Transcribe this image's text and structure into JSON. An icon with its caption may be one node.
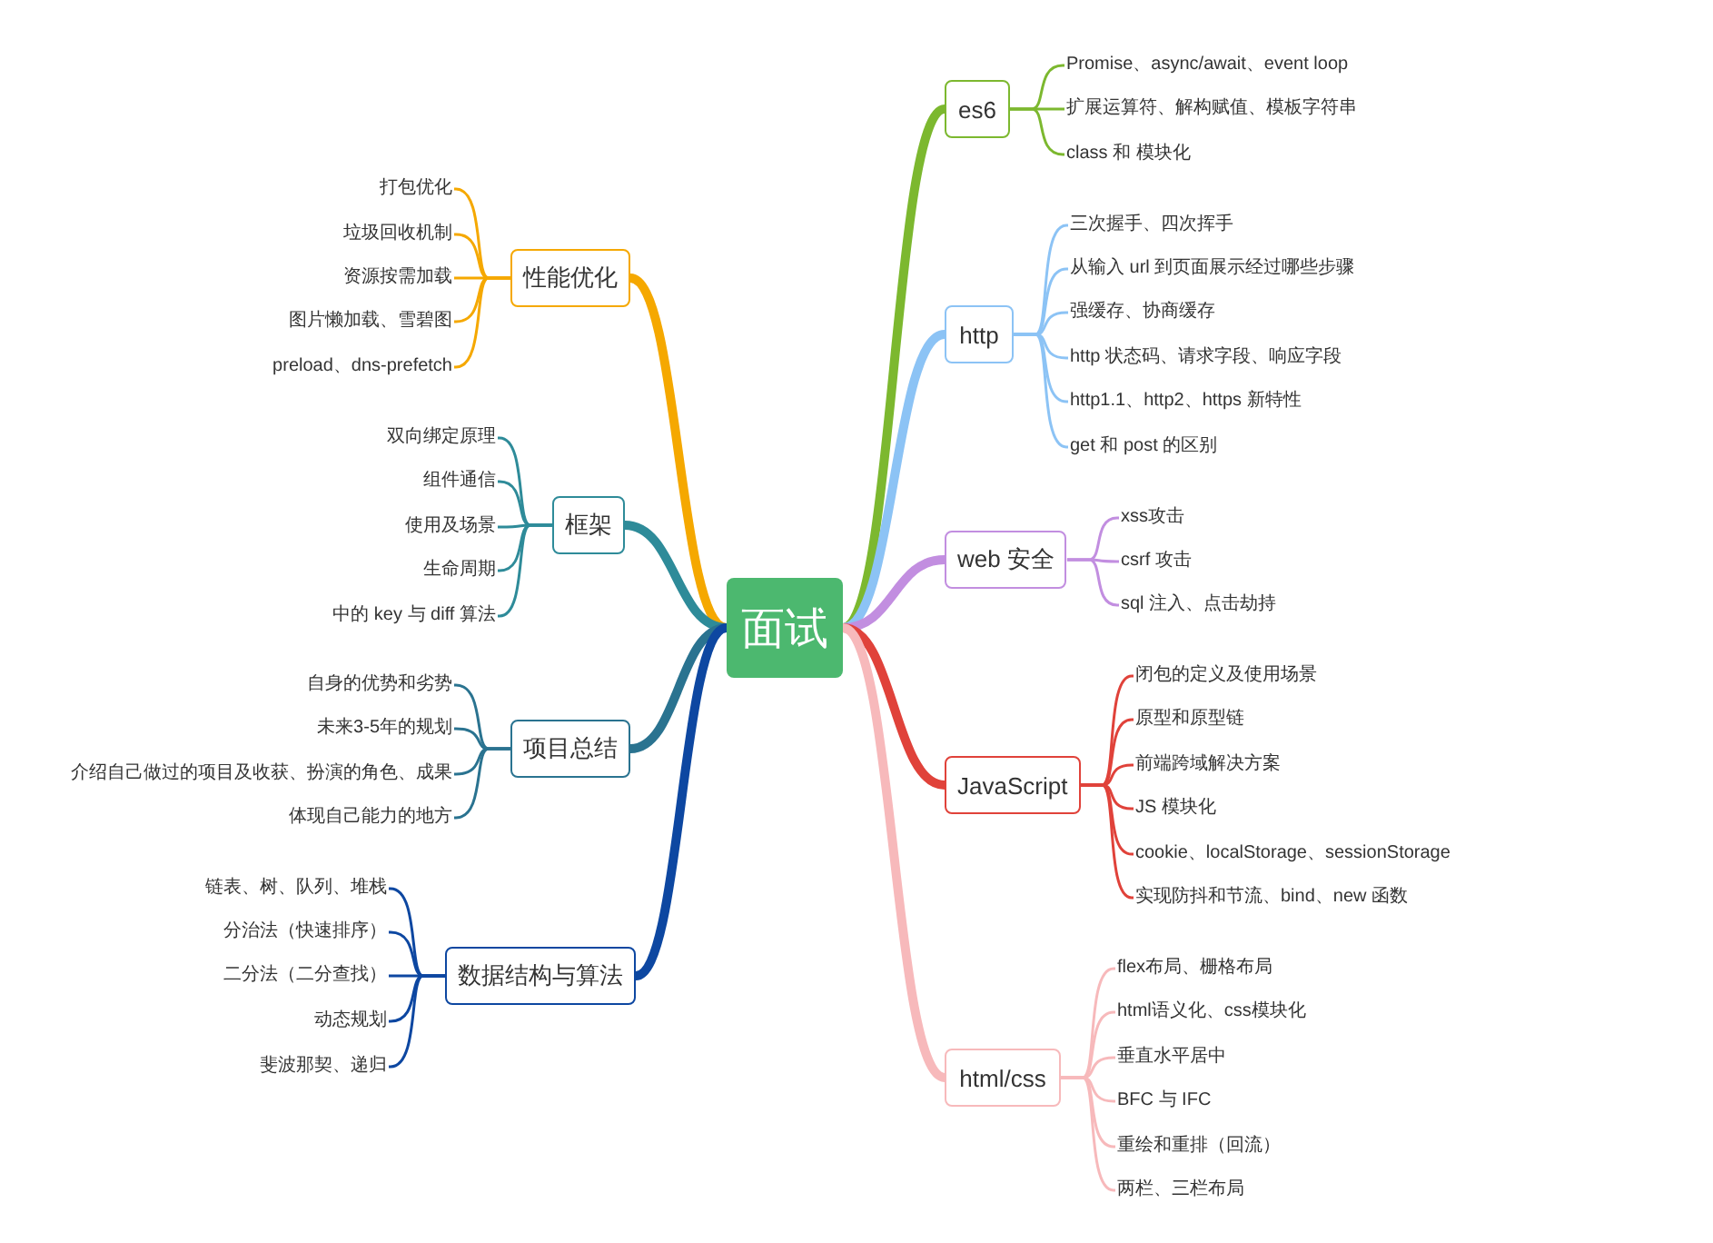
{
  "diagram": {
    "nodes": [
      {
        "text": [
          "面试"
        ]
      },
      {
        "text": [
          "es6"
        ]
      },
      {
        "text": [
          "Promise、async/await、event loop"
        ]
      },
      {
        "text": [
          "扩展运算符、解构赋值、模板字符串"
        ]
      },
      {
        "text": [
          "class 和 模块化"
        ]
      },
      {
        "text": [
          "http"
        ]
      },
      {
        "text": [
          "三次握手、四次挥手"
        ]
      },
      {
        "text": [
          "从输入 url 到页面展示经过哪些步骤"
        ]
      },
      {
        "text": [
          "强缓存、协商缓存"
        ]
      },
      {
        "text": [
          "http 状态码、请求字段、响应字段"
        ]
      },
      {
        "text": [
          "http1.1、http2、https 新特性"
        ]
      },
      {
        "text": [
          "get 和 post 的区别"
        ]
      },
      {
        "text": [
          "web 安全"
        ]
      },
      {
        "text": [
          "xss攻击"
        ]
      },
      {
        "text": [
          "csrf 攻击"
        ]
      },
      {
        "text": [
          "sql 注入、点击劫持"
        ]
      },
      {
        "text": [
          "JavaScript"
        ]
      },
      {
        "text": [
          "闭包的定义及使用场景"
        ]
      },
      {
        "text": [
          "原型和原型链"
        ]
      },
      {
        "text": [
          "前端跨域解决方案"
        ]
      },
      {
        "text": [
          "JS 模块化"
        ]
      },
      {
        "text": [
          "cookie、localStorage、sessionStorage"
        ]
      },
      {
        "text": [
          "实现防抖和节流、bind、new 函数"
        ]
      },
      {
        "text": [
          "html/css"
        ]
      },
      {
        "text": [
          "flex布局、栅格布局"
        ]
      },
      {
        "text": [
          "html语义化、css模块化"
        ]
      },
      {
        "text": [
          "垂直水平居中"
        ]
      },
      {
        "text": [
          "BFC 与 IFC"
        ]
      },
      {
        "text": [
          "重绘和重排（回流）"
        ]
      },
      {
        "text": [
          "两栏、三栏布局"
        ]
      },
      {
        "text": [
          "性能优化"
        ]
      },
      {
        "text": [
          "打包优化"
        ]
      },
      {
        "text": [
          "垃圾回收机制"
        ]
      },
      {
        "text": [
          "资源按需加载"
        ]
      },
      {
        "text": [
          "图片懒加载、雪碧图"
        ]
      },
      {
        "text": [
          "preload、dns-prefetch"
        ]
      },
      {
        "text": [
          "框架"
        ]
      },
      {
        "text": [
          "双向绑定原理"
        ]
      },
      {
        "text": [
          "组件通信"
        ]
      },
      {
        "text": [
          "使用及场景"
        ]
      },
      {
        "text": [
          "生命周期"
        ]
      },
      {
        "text": [
          "中的 key 与 diff 算法"
        ]
      },
      {
        "text": [
          "项目总结"
        ]
      },
      {
        "text": [
          "自身的优势和劣势"
        ]
      },
      {
        "text": [
          "未来3-5年的规划"
        ]
      },
      {
        "text": [
          "介绍自己做过的项目及收获、扮演的角色、成果"
        ]
      },
      {
        "text": [
          "体现自己能力的地方"
        ]
      },
      {
        "text": [
          "数据结构与算法"
        ]
      },
      {
        "text": [
          "链表、树、队列、堆栈"
        ]
      },
      {
        "text": [
          "分治法（快速排序）"
        ]
      },
      {
        "text": [
          "二分法（二分查找）"
        ]
      },
      {
        "text": [
          "动态规划"
        ]
      },
      {
        "text": [
          "斐波那契、递归"
        ]
      }
    ],
    "edges": [
      {
        "from": 0,
        "to": 1,
        "arrow": "none",
        "style": "thick",
        "color": "#7cb82f"
      },
      {
        "from": 1,
        "to": 2,
        "arrow": "none",
        "color": "#7cb82f"
      },
      {
        "from": 1,
        "to": 3,
        "arrow": "none",
        "color": "#7cb82f"
      },
      {
        "from": 1,
        "to": 4,
        "arrow": "none",
        "color": "#7cb82f"
      },
      {
        "from": 0,
        "to": 5,
        "arrow": "none",
        "style": "thick",
        "color": "#8cc3f5"
      },
      {
        "from": 5,
        "to": 6,
        "arrow": "none",
        "color": "#8cc3f5"
      },
      {
        "from": 5,
        "to": 7,
        "arrow": "none",
        "color": "#8cc3f5"
      },
      {
        "from": 5,
        "to": 8,
        "arrow": "none",
        "color": "#8cc3f5"
      },
      {
        "from": 5,
        "to": 9,
        "arrow": "none",
        "color": "#8cc3f5"
      },
      {
        "from": 5,
        "to": 10,
        "arrow": "none",
        "color": "#8cc3f5"
      },
      {
        "from": 5,
        "to": 11,
        "arrow": "none",
        "color": "#8cc3f5"
      },
      {
        "from": 0,
        "to": 12,
        "arrow": "none",
        "style": "thick",
        "color": "#c28ee0"
      },
      {
        "from": 12,
        "to": 13,
        "arrow": "none",
        "color": "#c28ee0"
      },
      {
        "from": 12,
        "to": 14,
        "arrow": "none",
        "color": "#c28ee0"
      },
      {
        "from": 12,
        "to": 15,
        "arrow": "none",
        "color": "#c28ee0"
      },
      {
        "from": 0,
        "to": 16,
        "arrow": "none",
        "style": "thick",
        "color": "#e0423a"
      },
      {
        "from": 16,
        "to": 17,
        "arrow": "none",
        "color": "#e0423a"
      },
      {
        "from": 16,
        "to": 18,
        "arrow": "none",
        "color": "#e0423a"
      },
      {
        "from": 16,
        "to": 19,
        "arrow": "none",
        "color": "#e0423a"
      },
      {
        "from": 16,
        "to": 20,
        "arrow": "none",
        "color": "#e0423a"
      },
      {
        "from": 16,
        "to": 21,
        "arrow": "none",
        "color": "#e0423a"
      },
      {
        "from": 16,
        "to": 22,
        "arrow": "none",
        "color": "#e0423a"
      },
      {
        "from": 0,
        "to": 23,
        "arrow": "none",
        "style": "thick",
        "color": "#f7b9bb"
      },
      {
        "from": 23,
        "to": 24,
        "arrow": "none",
        "color": "#f7b9bb"
      },
      {
        "from": 23,
        "to": 25,
        "arrow": "none",
        "color": "#f7b9bb"
      },
      {
        "from": 23,
        "to": 26,
        "arrow": "none",
        "color": "#f7b9bb"
      },
      {
        "from": 23,
        "to": 27,
        "arrow": "none",
        "color": "#f7b9bb"
      },
      {
        "from": 23,
        "to": 28,
        "arrow": "none",
        "color": "#f7b9bb"
      },
      {
        "from": 23,
        "to": 29,
        "arrow": "none",
        "color": "#f7b9bb"
      },
      {
        "from": 0,
        "to": 30,
        "arrow": "none",
        "style": "thick",
        "color": "#f5a800"
      },
      {
        "from": 30,
        "to": 31,
        "arrow": "none",
        "color": "#f5a800"
      },
      {
        "from": 30,
        "to": 32,
        "arrow": "none",
        "color": "#f5a800"
      },
      {
        "from": 30,
        "to": 33,
        "arrow": "none",
        "color": "#f5a800"
      },
      {
        "from": 30,
        "to": 34,
        "arrow": "none",
        "color": "#f5a800"
      },
      {
        "from": 30,
        "to": 35,
        "arrow": "none",
        "color": "#f5a800"
      },
      {
        "from": 0,
        "to": 36,
        "arrow": "none",
        "style": "thick",
        "color": "#2e8b99"
      },
      {
        "from": 36,
        "to": 37,
        "arrow": "none",
        "color": "#2e8b99"
      },
      {
        "from": 36,
        "to": 38,
        "arrow": "none",
        "color": "#2e8b99"
      },
      {
        "from": 36,
        "to": 39,
        "arrow": "none",
        "color": "#2e8b99"
      },
      {
        "from": 36,
        "to": 40,
        "arrow": "none",
        "color": "#2e8b99"
      },
      {
        "from": 36,
        "to": 41,
        "arrow": "none",
        "color": "#2e8b99"
      },
      {
        "from": 0,
        "to": 42,
        "arrow": "none",
        "style": "thick",
        "color": "#2a7390"
      },
      {
        "from": 42,
        "to": 43,
        "arrow": "none",
        "color": "#2a7390"
      },
      {
        "from": 42,
        "to": 44,
        "arrow": "none",
        "color": "#2a7390"
      },
      {
        "from": 42,
        "to": 45,
        "arrow": "none",
        "color": "#2a7390"
      },
      {
        "from": 42,
        "to": 46,
        "arrow": "none",
        "color": "#2a7390"
      },
      {
        "from": 0,
        "to": 47,
        "arrow": "none",
        "style": "thick",
        "color": "#0d47a1"
      },
      {
        "from": 47,
        "to": 48,
        "arrow": "none",
        "color": "#0d47a1"
      },
      {
        "from": 47,
        "to": 49,
        "arrow": "none",
        "color": "#0d47a1"
      },
      {
        "from": 47,
        "to": 50,
        "arrow": "none",
        "color": "#0d47a1"
      },
      {
        "from": 47,
        "to": 51,
        "arrow": "none",
        "color": "#0d47a1"
      },
      {
        "from": 47,
        "to": 52,
        "arrow": "none",
        "color": "#0d47a1"
      }
    ]
  }
}
